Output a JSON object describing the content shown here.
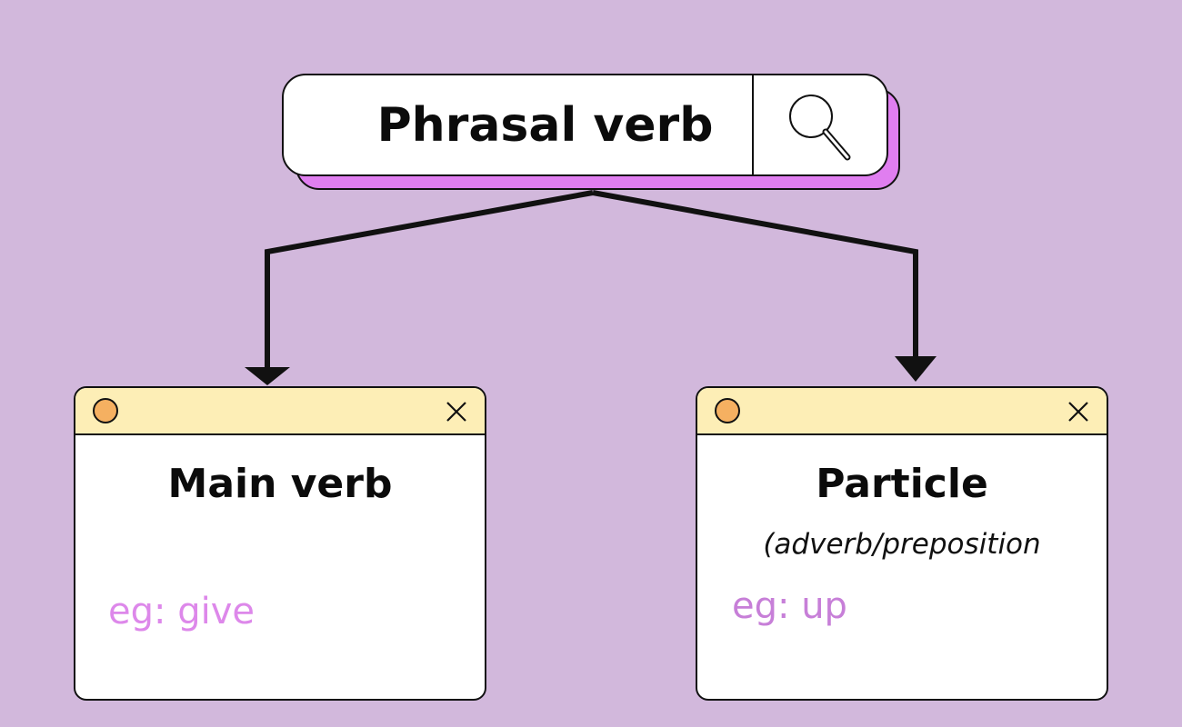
{
  "search": {
    "term": "Phrasal verb",
    "icon": "search-icon"
  },
  "windows": [
    {
      "title": "Main verb",
      "subtitle": "",
      "example": "eg: give"
    },
    {
      "title": "Particle",
      "subtitle": "(adverb/preposition",
      "example": "eg: up"
    }
  ],
  "colors": {
    "background": "#d2b8dc",
    "search_shadow": "#e07ef0",
    "titlebar": "#fdeeb6",
    "dot": "#f5b061",
    "example_text": "#d98ae8"
  }
}
